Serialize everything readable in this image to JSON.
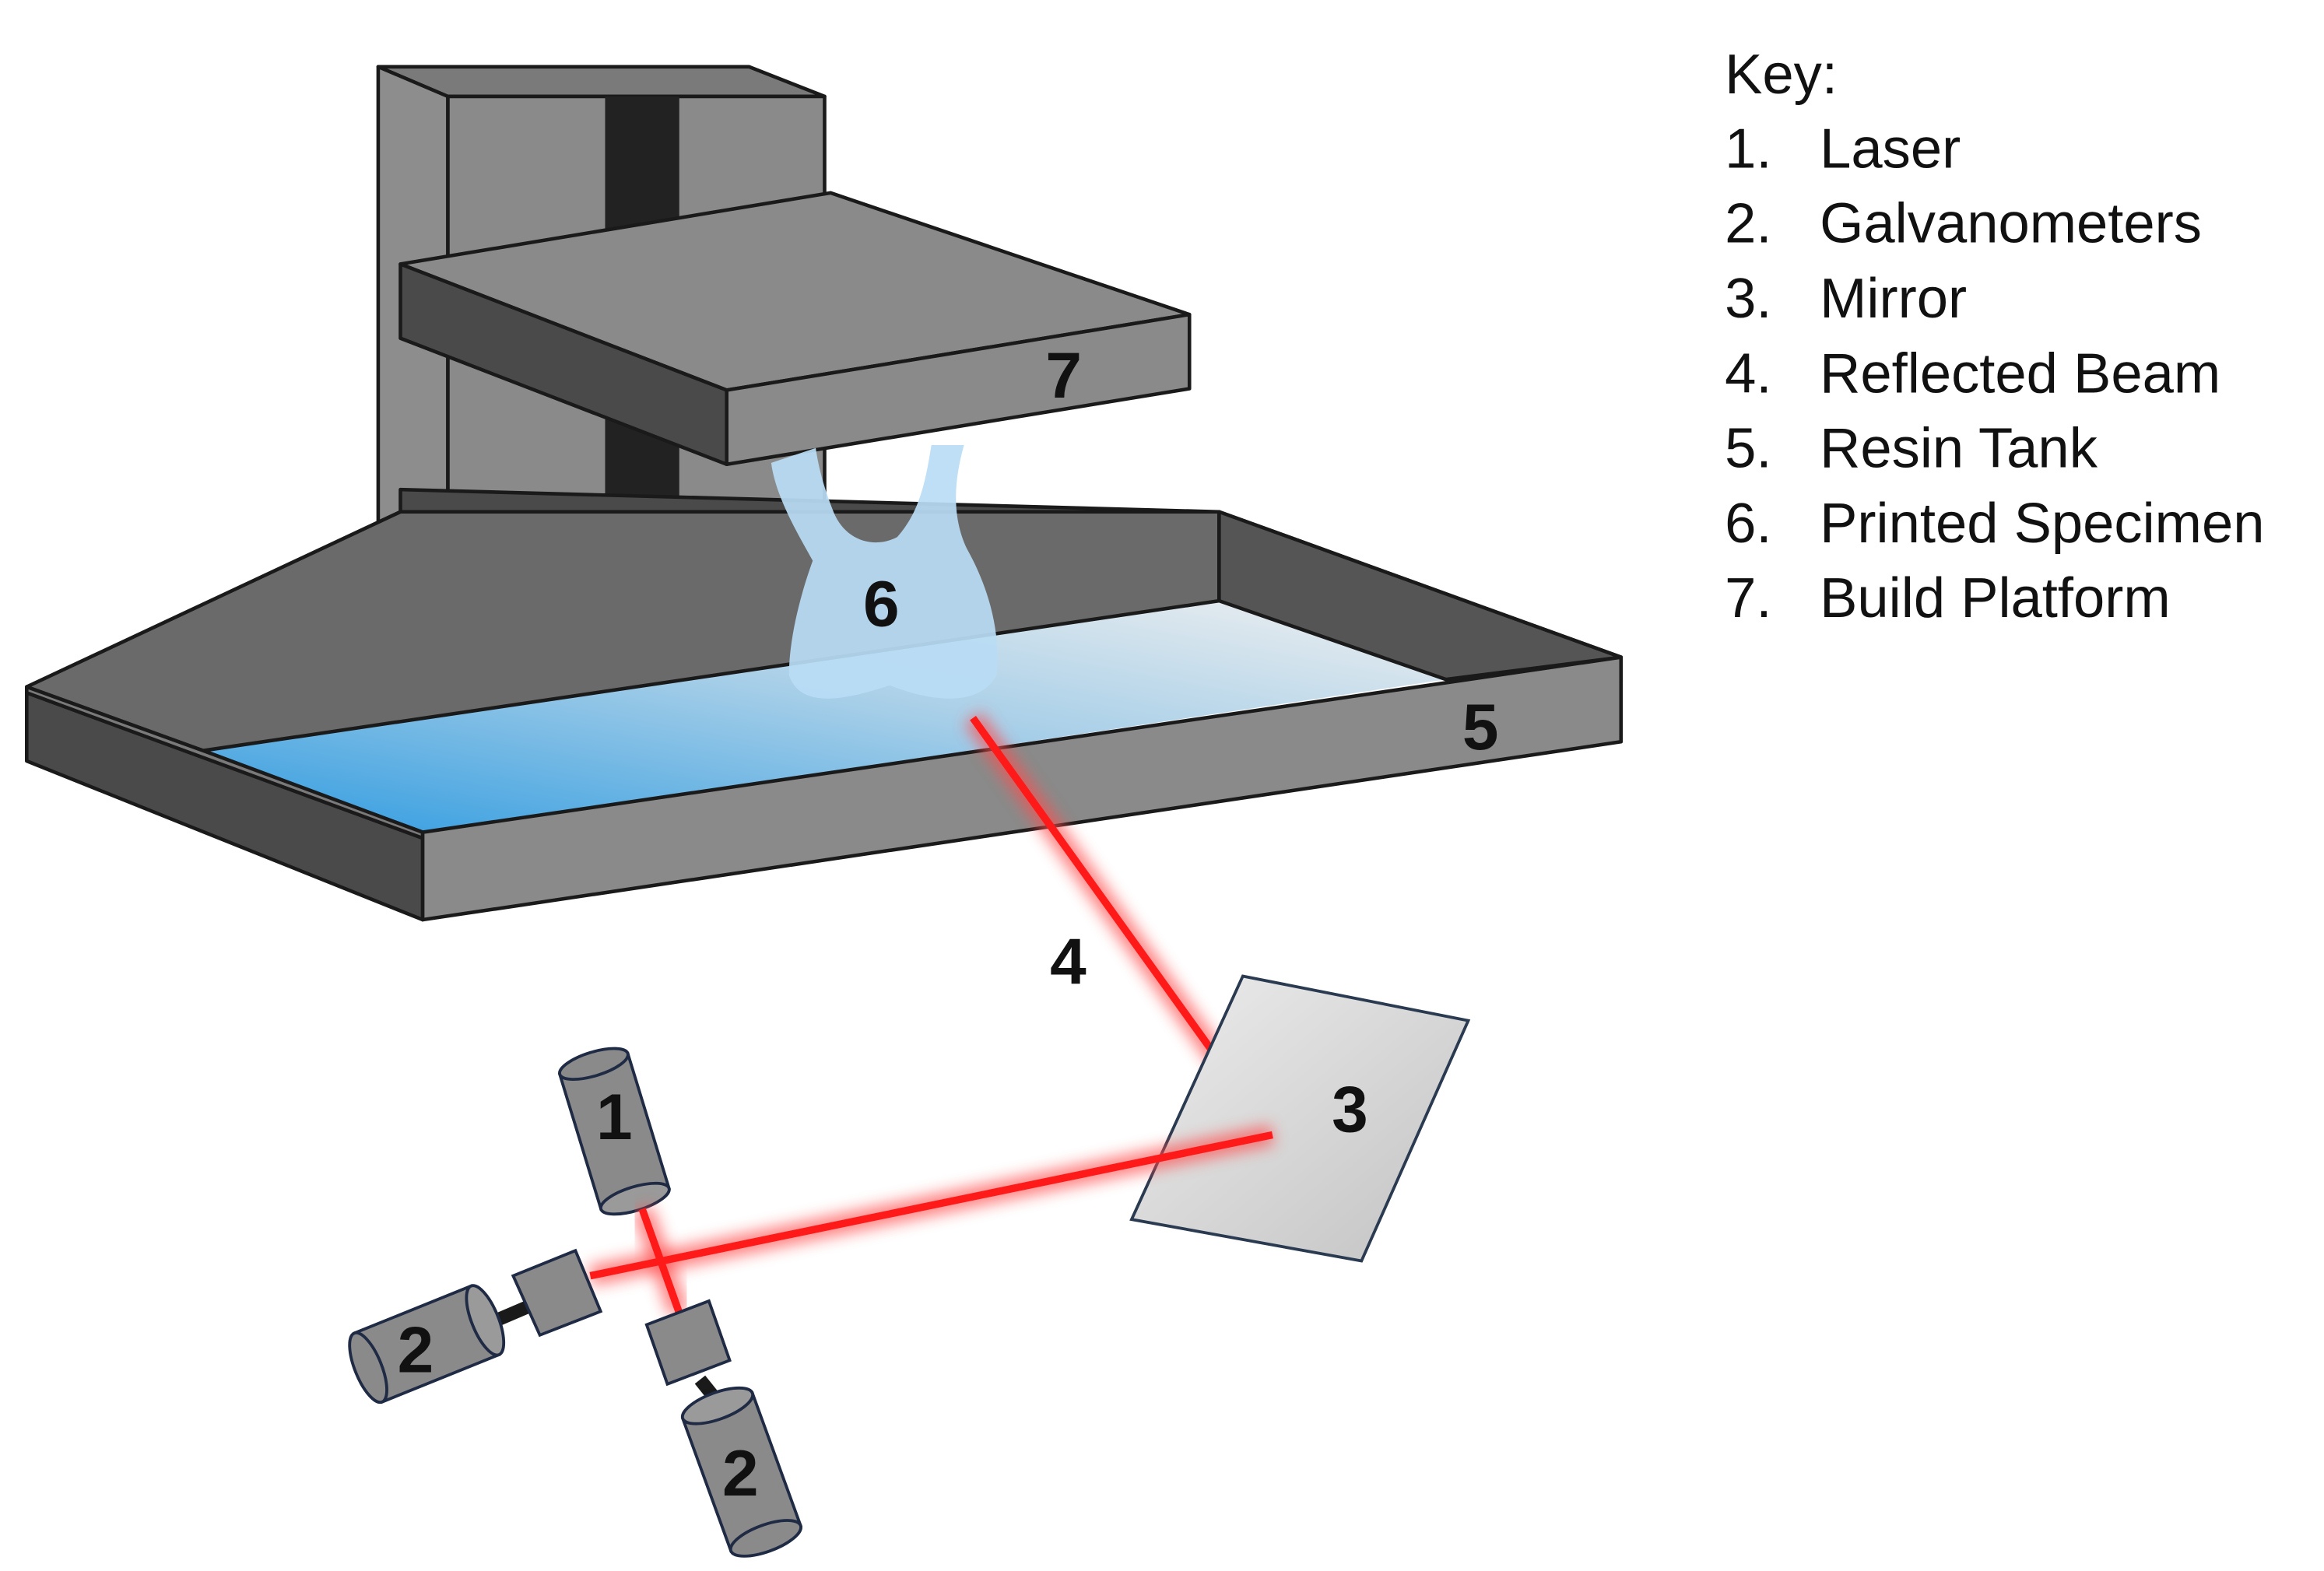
{
  "key": {
    "title": "Key:",
    "items": [
      {
        "number": "1.",
        "label": "Laser"
      },
      {
        "number": "2.",
        "label": "Galvanometers"
      },
      {
        "number": "3.",
        "label": "Mirror"
      },
      {
        "number": "4.",
        "label": "Reflected Beam"
      },
      {
        "number": "5.",
        "label": "Resin Tank"
      },
      {
        "number": "6.",
        "label": "Printed Specimen"
      },
      {
        "number": "7.",
        "label": "Build Platform"
      }
    ]
  },
  "labels": {
    "laser": "1",
    "galvanometer_left": "2",
    "galvanometer_bottom": "2",
    "mirror": "3",
    "reflected_beam": "4",
    "resin_tank": "5",
    "printed_specimen": "6",
    "build_platform": "7"
  },
  "colors": {
    "body_gray": "#8a8a8a",
    "dark_gray": "#4a4a4a",
    "darkest": "#222222",
    "resin_blue": "#2f9be0",
    "specimen_blue": "#b8dcf4",
    "laser_red": "#ff1a1a",
    "mirror_gray": "#d8d8d8"
  }
}
